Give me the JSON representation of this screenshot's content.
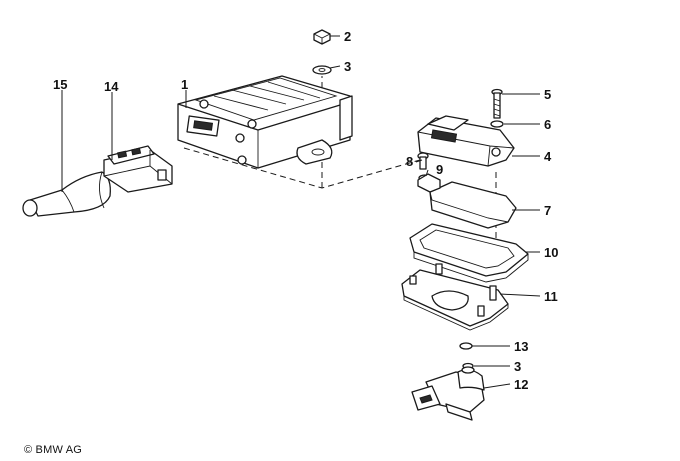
{
  "callouts": {
    "c1": "1",
    "c2": "2",
    "c3a": "3",
    "c3b": "3",
    "c4": "4",
    "c5": "5",
    "c6": "6",
    "c7": "7",
    "c8": "8",
    "c9": "9",
    "c10": "10",
    "c11": "11",
    "c12": "12",
    "c13": "13",
    "c14": "14",
    "c15": "15"
  },
  "footer": {
    "copyright": "© BMW AG"
  }
}
